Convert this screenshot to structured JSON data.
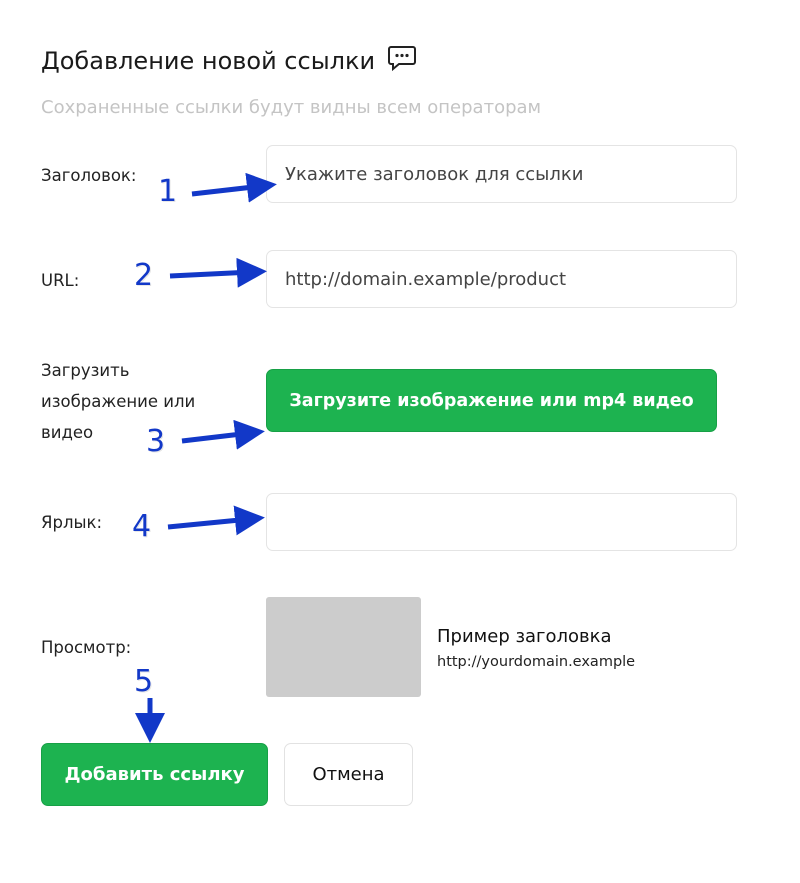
{
  "header": {
    "title": "Добавление новой ссылки",
    "icon": "chat-bubble-icon",
    "subtitle": "Сохраненные ссылки будут видны всем операторам"
  },
  "form": {
    "title_label": "Заголовок:",
    "title_placeholder": "Укажите заголовок для ссылки",
    "title_value": "",
    "url_label": "URL:",
    "url_placeholder": "http://domain.example/product",
    "url_value": "",
    "upload_label_lines": [
      "Загрузить",
      "изображение или",
      "видео"
    ],
    "upload_button": "Загрузите изображение или mp4 видео",
    "tag_label": "Ярлык:",
    "tag_value": "",
    "preview_label": "Просмотр:",
    "preview_title": "Пример заголовка",
    "preview_url": "http://yourdomain.example"
  },
  "actions": {
    "add": "Добавить ссылку",
    "cancel": "Отмена"
  },
  "annotations": [
    "1",
    "2",
    "3",
    "4",
    "5"
  ],
  "colors": {
    "accent": "#1db350",
    "annotation": "#1238c8"
  }
}
